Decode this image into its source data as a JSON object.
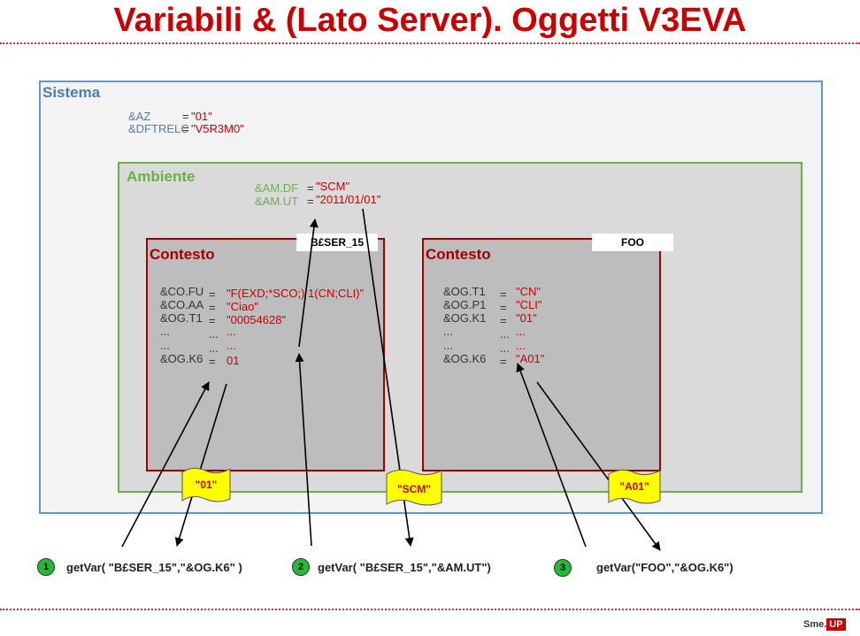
{
  "title": "Variabili & (Lato Server). Oggetti V3EVA",
  "sistema": {
    "label": "Sistema",
    "vars": [
      {
        "name": "&AZ",
        "eq": "=",
        "value": "\"01\""
      },
      {
        "name": "&DFTRELC",
        "eq": "=",
        "value": "\"V5R3M0\""
      }
    ]
  },
  "ambiente": {
    "label": "Ambiente",
    "vars": [
      {
        "name": "&AM.DF",
        "eq": "=",
        "value": "\"SCM\""
      },
      {
        "name": "&AM.UT",
        "eq": "=",
        "value": "\"2011/01/01\""
      }
    ]
  },
  "contesto1": {
    "tab": "B£SER_15",
    "label": "Contesto",
    "rows": [
      {
        "name": "&CO.FU",
        "eq": "=",
        "value": "\"F(EXD;*SCO;) 1(CN;CLI)\""
      },
      {
        "name": "&CO.AA",
        "eq": "=",
        "value": "\"Ciao\""
      },
      {
        "name": "&OG.T1",
        "eq": "=",
        "value": "\"00054628\""
      },
      {
        "name": "...",
        "eq": "...",
        "value": "..."
      },
      {
        "name": "...",
        "eq": "...",
        "value": "..."
      },
      {
        "name": "&OG.K6",
        "eq": "=",
        "value": "01"
      }
    ]
  },
  "contesto2": {
    "tab": "FOO",
    "label": "Contesto",
    "rows": [
      {
        "name": "&OG.T1",
        "eq": "=",
        "value": "\"CN\""
      },
      {
        "name": "&OG.P1",
        "eq": "=",
        "value": "\"CLI\""
      },
      {
        "name": "&OG.K1",
        "eq": "=",
        "value": "\"01\""
      },
      {
        "name": "...",
        "eq": "...",
        "value": "..."
      },
      {
        "name": "...",
        "eq": "...",
        "value": "..."
      },
      {
        "name": "&OG.K6",
        "eq": "=",
        "value": "\"A01\""
      }
    ]
  },
  "flags": [
    "\"01\"",
    "\"SCM\"",
    "\"A01\""
  ],
  "calls": [
    {
      "num": "1",
      "text": "getVar( \"B£SER_15\",\"&OG.K6\" )"
    },
    {
      "num": "2",
      "text": "getVar( \"B£SER_15\",\"&AM.UT\")"
    },
    {
      "num": "3",
      "text": "getVar(\"FOO\",\"&OG.K6\")"
    }
  ],
  "logo": {
    "left": "Sme.",
    "right": "UP"
  },
  "colors": {
    "title": "#cc0000",
    "sistema_border": "#5b9bd5",
    "ambiente_border": "#6aaf4a",
    "contesto_border": "#a00000",
    "flag_fill": "#ffff00",
    "circle_fill": "#22bb33"
  }
}
